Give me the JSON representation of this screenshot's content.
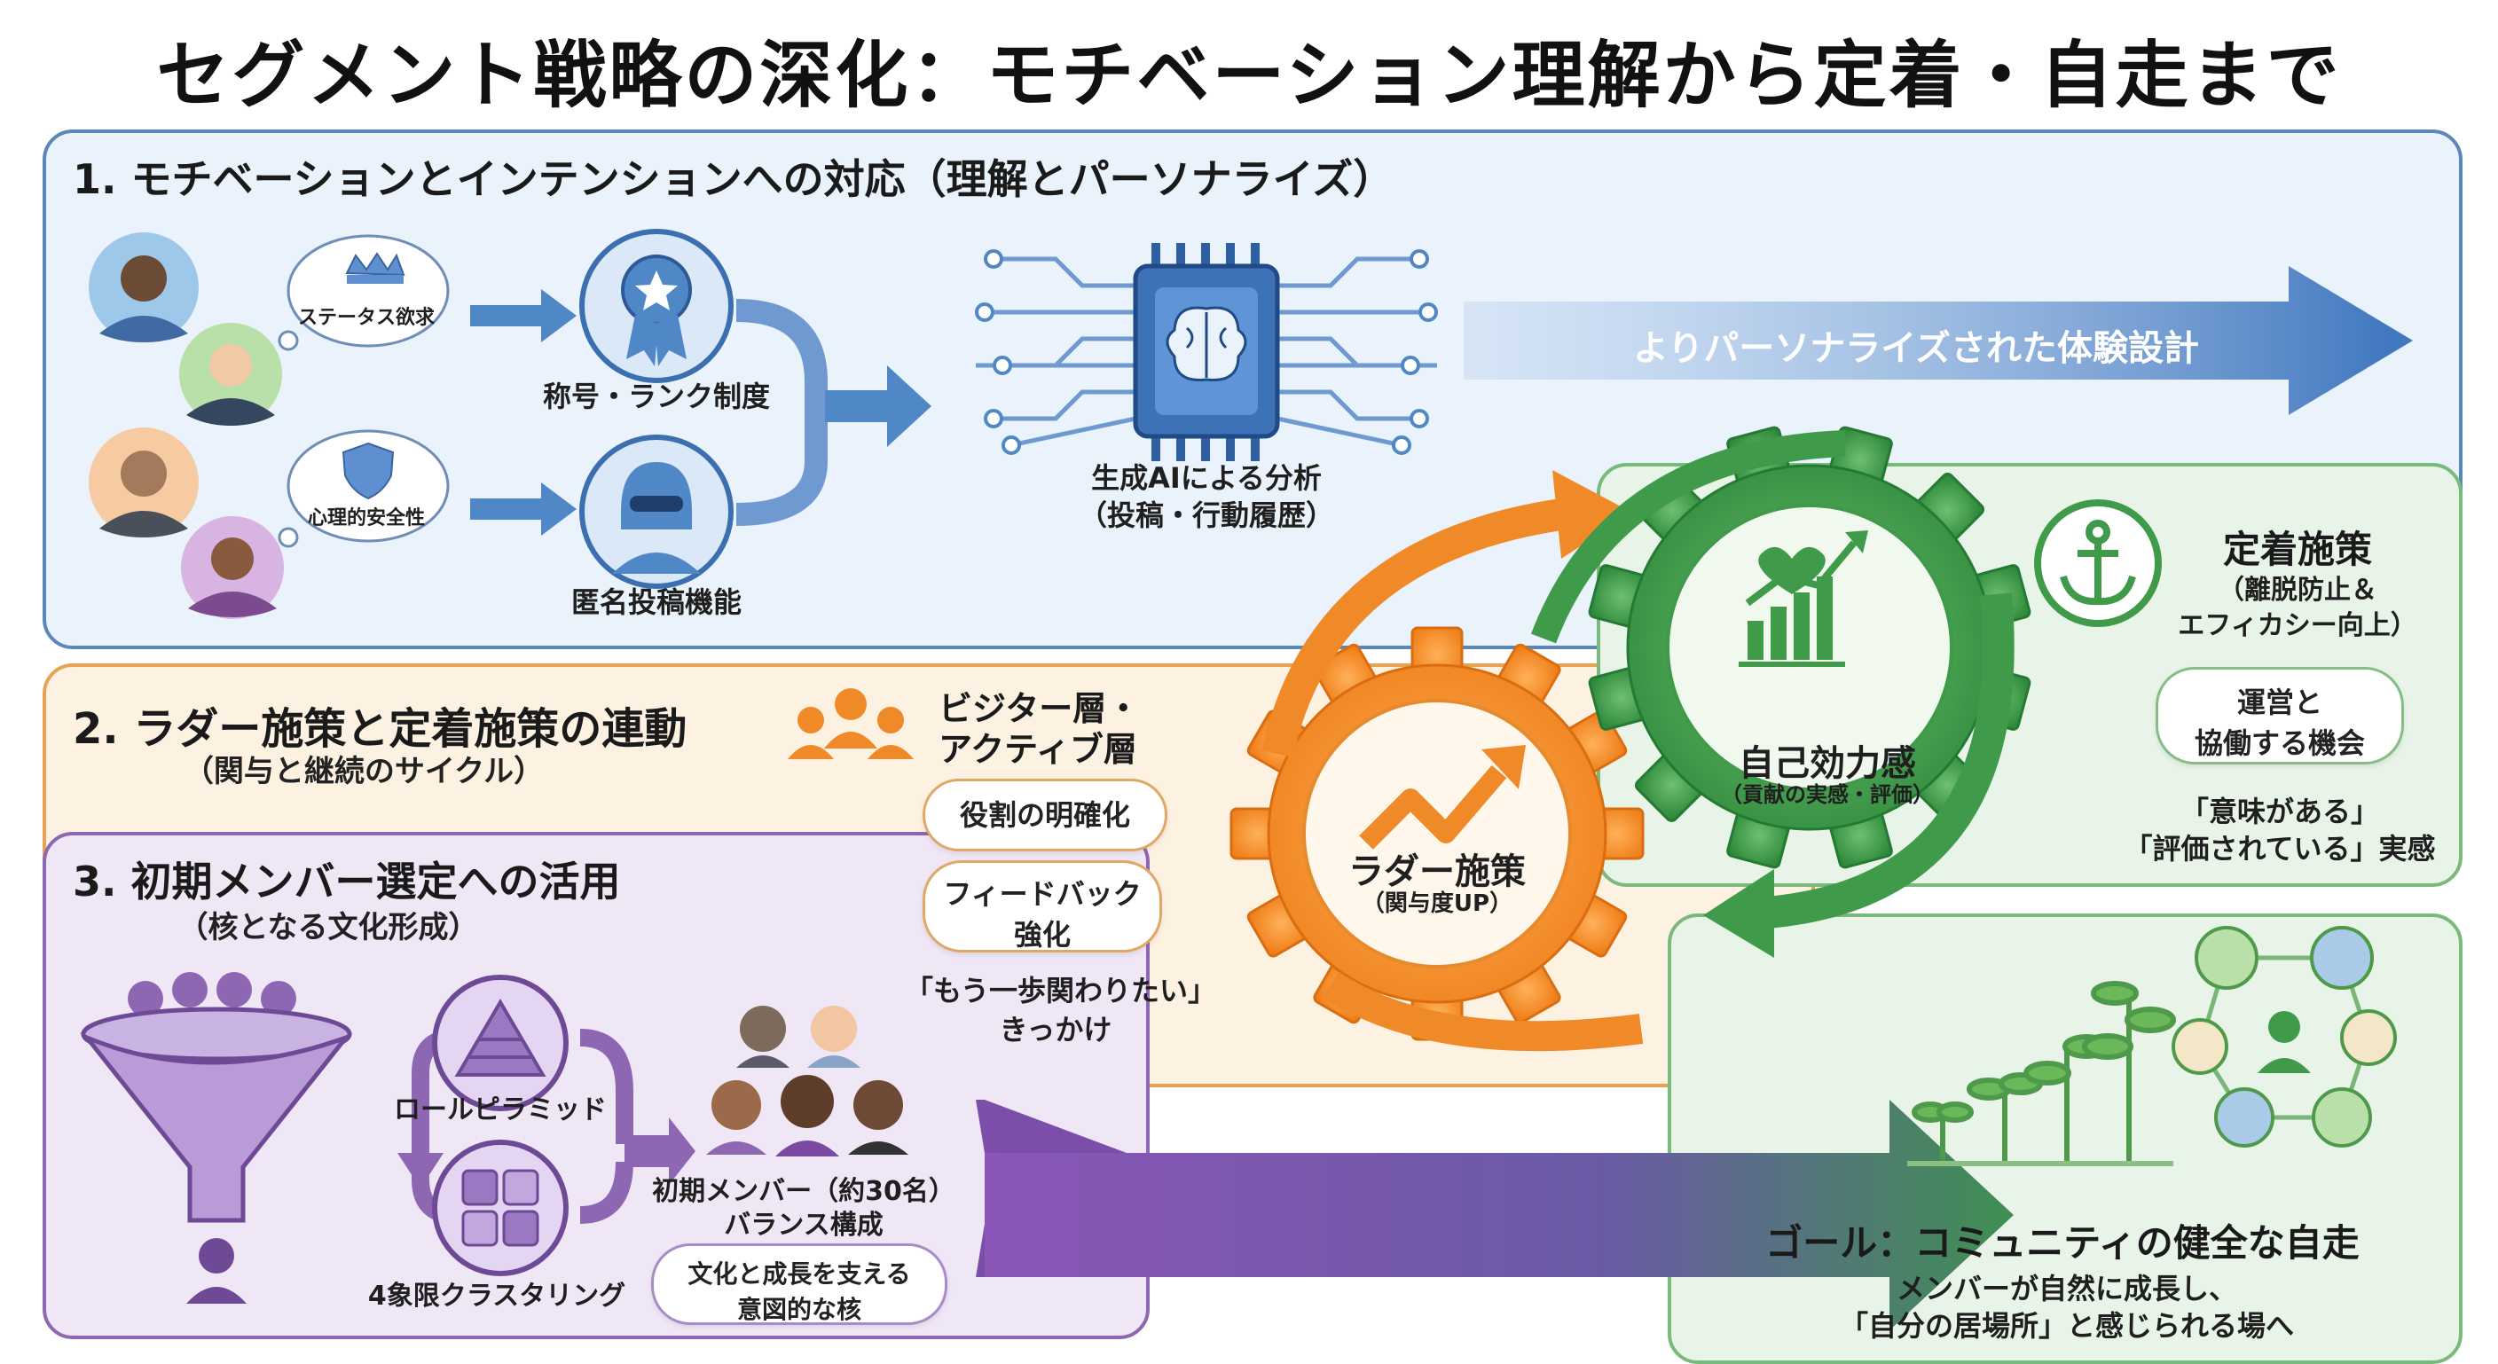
{
  "title": "セグメント戦略の深化：モチベーション理解から定着・自走まで",
  "section1": {
    "heading": "1. モチベーションとインテンションへの対応（理解とパーソナライズ）",
    "bubble_status": "ステータス欲求",
    "bubble_safety": "心理的安全性",
    "rank_label": "称号・ランク制度",
    "anon_label": "匿名投稿機能",
    "ai_label_1": "生成AIによる分析",
    "ai_label_2": "（投稿・行動履歴）",
    "arrow_text": "よりパーソナライズされた体験設計"
  },
  "section2": {
    "heading": "2. ラダー施策と定着施策の連動",
    "subheading": "（関与と継続のサイクル）",
    "layer_1": "ビジター層・",
    "layer_2": "アクティブ層",
    "pill_role": "役割の明確化",
    "pill_feedback_1": "フィードバック",
    "pill_feedback_2": "強化",
    "quote_1": "「もう一歩関わりたい」",
    "quote_2": "きっかけ",
    "gear_orange_1": "ラダー施策",
    "gear_orange_2": "（関与度UP）",
    "gear_green_1": "自己効力感",
    "gear_green_2": "（貢献の実感・評価）",
    "retention_title": "定着施策",
    "retention_sub_1": "（離脱防止＆",
    "retention_sub_2": "エフィカシー向上）",
    "pill_ops_1": "運営と",
    "pill_ops_2": "協働する機会",
    "meaning_1": "「意味がある」",
    "meaning_2": "「評価されている」実感"
  },
  "section3": {
    "heading": "3. 初期メンバー選定への活用",
    "subheading": "（核となる文化形成）",
    "pyramid_label": "ロールピラミッド",
    "quadrant_label": "4象限クラスタリング",
    "members_1": "初期メンバー（約30名）",
    "members_2": "バランス構成",
    "pill_core_1": "文化と成長を支える",
    "pill_core_2": "意図的な核"
  },
  "goal": {
    "title": "ゴール：コミュニティの健全な自走",
    "line_1": "メンバーが自然に成長し、",
    "line_2": "「自分の居場所」と感じられる場へ"
  },
  "colors": {
    "blue": "#4a7fc0",
    "orange": "#f08a28",
    "green": "#3f9a4a",
    "purple": "#7d4fa8"
  }
}
